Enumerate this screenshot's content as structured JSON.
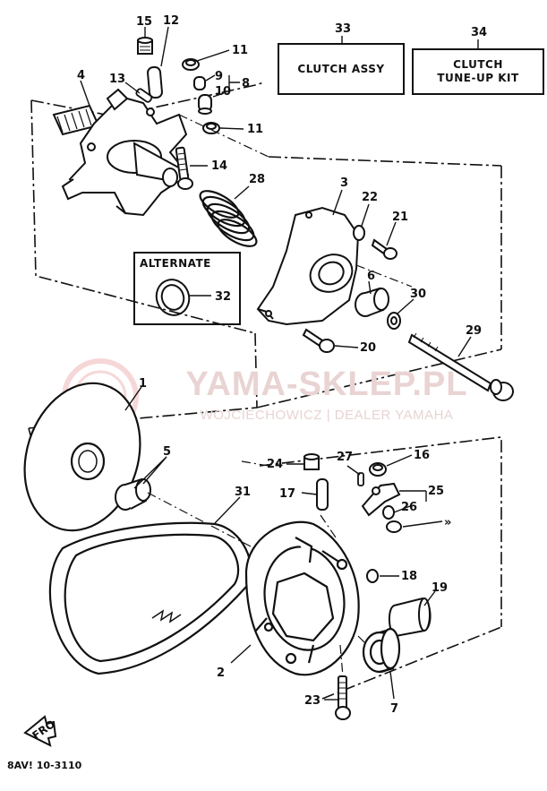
{
  "diagram": {
    "boxes": {
      "clutch_assy": "CLUTCH ASSY",
      "clutch_tune_up_kit_line1": "CLUTCH",
      "clutch_tune_up_kit_line2": "TUNE-UP KIT",
      "alternate": "ALTERNATE"
    },
    "callouts": {
      "n1": "1",
      "n2": "2",
      "n3": "3",
      "n4": "4",
      "n5": "5",
      "n6": "6",
      "n7": "7",
      "n8": "8",
      "n9": "9",
      "n10": "10",
      "n11a": "11",
      "n11b": "11",
      "n12": "12",
      "n13": "13",
      "n14": "14",
      "n15": "15",
      "n16": "16",
      "n17": "17",
      "n18": "18",
      "n19": "19",
      "n20": "20",
      "n21": "21",
      "n22": "22",
      "n23": "23",
      "n24": "24",
      "n25": "25",
      "n26": "26",
      "n27": "27",
      "n28": "28",
      "n29": "29",
      "n30": "30",
      "n32": "32",
      "n31": "31",
      "n33": "33",
      "n34": "34",
      "n_dup": "»"
    },
    "footer_code": "8AV! 10-3110",
    "front_marker": "FRO",
    "watermark": {
      "title": "YAMA-SKLEP.PL",
      "subtitle": "WOJCIECHOWICZ | DEALER YAMAHA"
    }
  },
  "colors": {
    "ink": "#111111",
    "watermark_text": "#e9d3d3",
    "watermark_logo": "#f0b8b8"
  }
}
